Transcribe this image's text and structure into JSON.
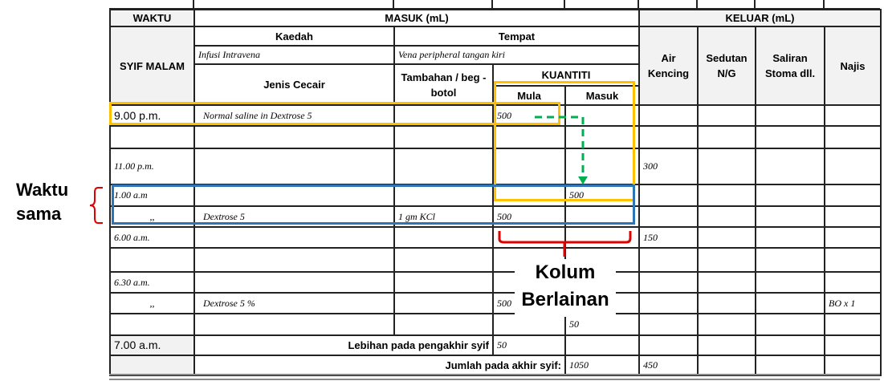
{
  "header": {
    "waktu": "WAKTU",
    "masuk": "MASUK (mL)",
    "keluar": "KELUAR (mL)",
    "syif": "SYIF MALAM",
    "kaedah": "Kaedah",
    "tempat": "Tempat",
    "kaedah_value": "Infusi Intravena",
    "tempat_value": "Vena peripheral tangan kiri",
    "jenis": "Jenis Cecair",
    "tambahan": "Tambahan / beg - botol",
    "kuantiti": "KUANTITI",
    "mula": "Mula",
    "masuk_col": "Masuk",
    "air": "Air Kencing",
    "sedutan": "Sedutan N/G",
    "saliran": "Saliran Stoma dll.",
    "najis": "Najis"
  },
  "rows": [
    {
      "waktu": "9.00 p.m.",
      "jenis": "Normal saline in Dextrose 5",
      "tambahan": "",
      "mula": "500",
      "masuk": "",
      "air": "",
      "najis": ""
    },
    {
      "waktu": "",
      "jenis": "",
      "tambahan": "",
      "mula": "",
      "masuk": "",
      "air": "",
      "najis": ""
    },
    {
      "waktu": "11.00 p.m.",
      "jenis": "",
      "tambahan": "",
      "mula": "",
      "masuk": "",
      "air": "300",
      "najis": ""
    },
    {
      "waktu": "1.00 a.m",
      "jenis": "",
      "tambahan": "",
      "mula": "",
      "masuk": "500",
      "air": "",
      "najis": ""
    },
    {
      "waktu": ",,",
      "jenis": "Dextrose 5",
      "tambahan": "1 gm KCl",
      "mula": "500",
      "masuk": "",
      "air": "",
      "najis": ""
    },
    {
      "waktu": "6.00 a.m.",
      "jenis": "",
      "tambahan": "",
      "mula": "",
      "masuk": "",
      "air": "150",
      "najis": ""
    },
    {
      "waktu": "",
      "jenis": "",
      "tambahan": "",
      "mula": "",
      "masuk": "",
      "air": "",
      "najis": ""
    },
    {
      "waktu": "6.30 a.m.",
      "jenis": "",
      "tambahan": "",
      "mula": "",
      "masuk": "",
      "air": "",
      "najis": ""
    },
    {
      "waktu": ",,",
      "jenis": "Dextrose 5 %",
      "tambahan": "",
      "mula": "500",
      "masuk": "",
      "air": "",
      "najis": "BO x 1"
    },
    {
      "waktu": "",
      "jenis": "",
      "tambahan": "",
      "mula": "",
      "masuk": "50",
      "air": "",
      "najis": ""
    }
  ],
  "footer": {
    "waktu": "7.00 a.m.",
    "lebihan_label": "Lebihan pada pengakhir syif",
    "lebihan_value": "50",
    "jumlah_label": "Jumlah pada akhir syif:",
    "jumlah_masuk": "1050",
    "jumlah_keluar": "450"
  },
  "annotations": {
    "waktu_sama": "Waktu sama",
    "kolum": "Kolum",
    "berlainan": "Berlainan"
  },
  "colors": {
    "orange": "#FFC000",
    "blue": "#2E75B6",
    "green": "#00B050",
    "red": "#E00000"
  }
}
